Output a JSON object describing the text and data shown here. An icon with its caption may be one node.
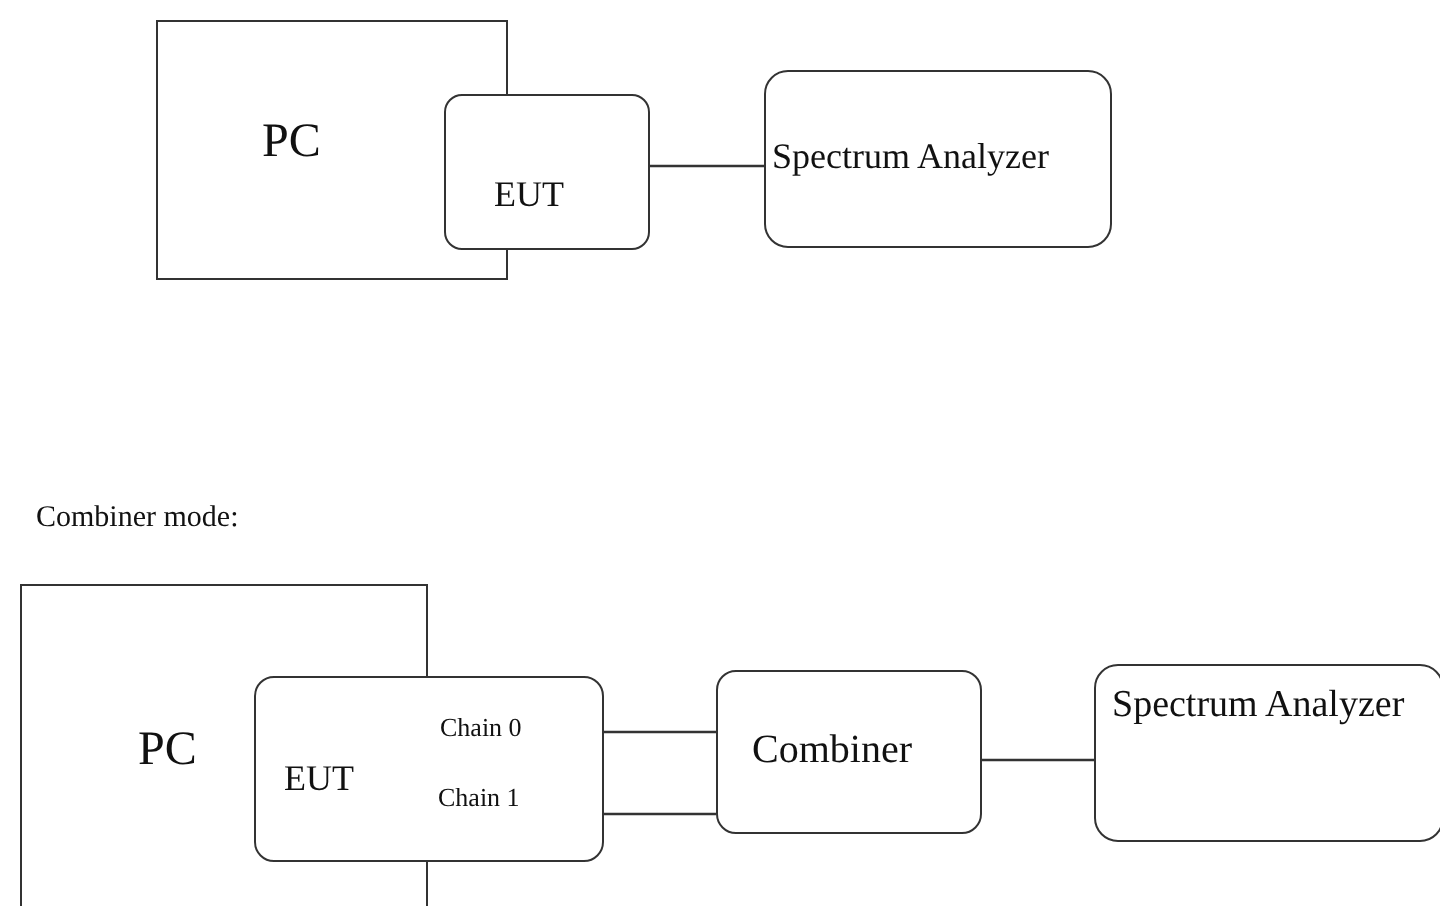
{
  "diagram": {
    "nodes": [
      {
        "text": [
          "PC"
        ]
      },
      {
        "text": [
          "EUT"
        ]
      },
      {
        "text": [
          "Spectrum Analyzer"
        ]
      },
      {
        "text": [
          "PC"
        ]
      },
      {
        "text": [
          "EUT",
          "Chain 0",
          "Chain 1"
        ]
      },
      {
        "text": [
          "Combiner"
        ]
      },
      {
        "text": [
          "Spectrum Analyzer"
        ]
      }
    ],
    "edges": [
      {
        "from": 1,
        "to": 2,
        "arrow": "none"
      },
      {
        "from": 4,
        "to": 5,
        "arrow": "none"
      },
      {
        "from": 4,
        "to": 5,
        "arrow": "none"
      },
      {
        "from": 5,
        "to": 6,
        "arrow": "none"
      }
    ],
    "labels": [
      "Combiner mode:"
    ]
  }
}
